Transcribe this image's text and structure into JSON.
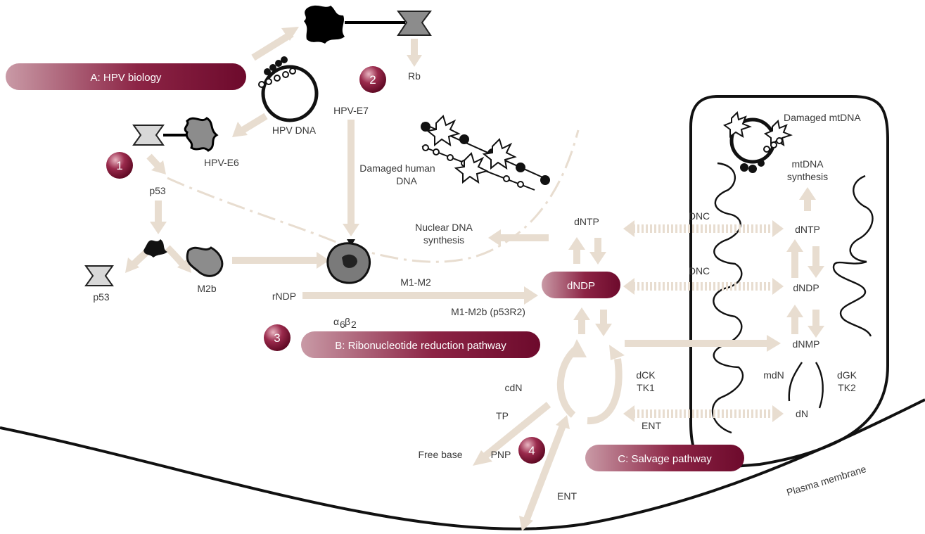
{
  "pills": {
    "hpv_biology": "A: HPV biology",
    "rnr_pathway": "B: Ribonucleotide reduction pathway",
    "salvage_pathway": "C: Salvage pathway",
    "dndp": "dNDP"
  },
  "numbers": {
    "n1": "1",
    "n2": "2",
    "n3": "3",
    "n4": "4"
  },
  "labels": {
    "rb": "Rb",
    "hpv_e7": "HPV-E7",
    "hpv_dna": "HPV DNA",
    "hpv_e6": "HPV-E6",
    "p53_top": "p53",
    "p53_left": "p53",
    "m2b": "M2b",
    "damaged_human_dna_1": "Damaged human",
    "damaged_human_dna_2": "DNA",
    "nuclear_dna_1": "Nuclear DNA",
    "nuclear_dna_2": "synthesis",
    "dntp_center": "dNTP",
    "rndp": "rNDP",
    "m1_m2": "M1-M2",
    "m1_m2b": "M1-M2b (p53R2)",
    "alpha_beta": "α",
    "alpha_sub": "6",
    "beta": "β",
    "beta_sub": "2",
    "damaged_mtdna": "Damaged mtDNA",
    "mtdna_synthesis_1": "mtDNA",
    "mtdna_synthesis_2": "synthesis",
    "dnc_top": "DNC",
    "dnc_mid": "DNC",
    "dntp_mito": "dNTP",
    "dndp_mito": "dNDP",
    "dnmp_mito": "dNMP",
    "mdn": "mdN",
    "dgk": "dGK",
    "tk2": "TK2",
    "dn_mito": "dN",
    "dck": "dCK",
    "tk1": "TK1",
    "ent_right": "ENT",
    "cdn": "cdN",
    "tp": "TP",
    "free_base": "Free base",
    "pnp": "PNP",
    "ent_bottom": "ENT",
    "plasma_membrane": "Plasma membrane"
  },
  "colors": {
    "pill_dark": "#7a0e33",
    "pill_light": "#cfa3ae",
    "arrow": "#e8ddd0"
  }
}
